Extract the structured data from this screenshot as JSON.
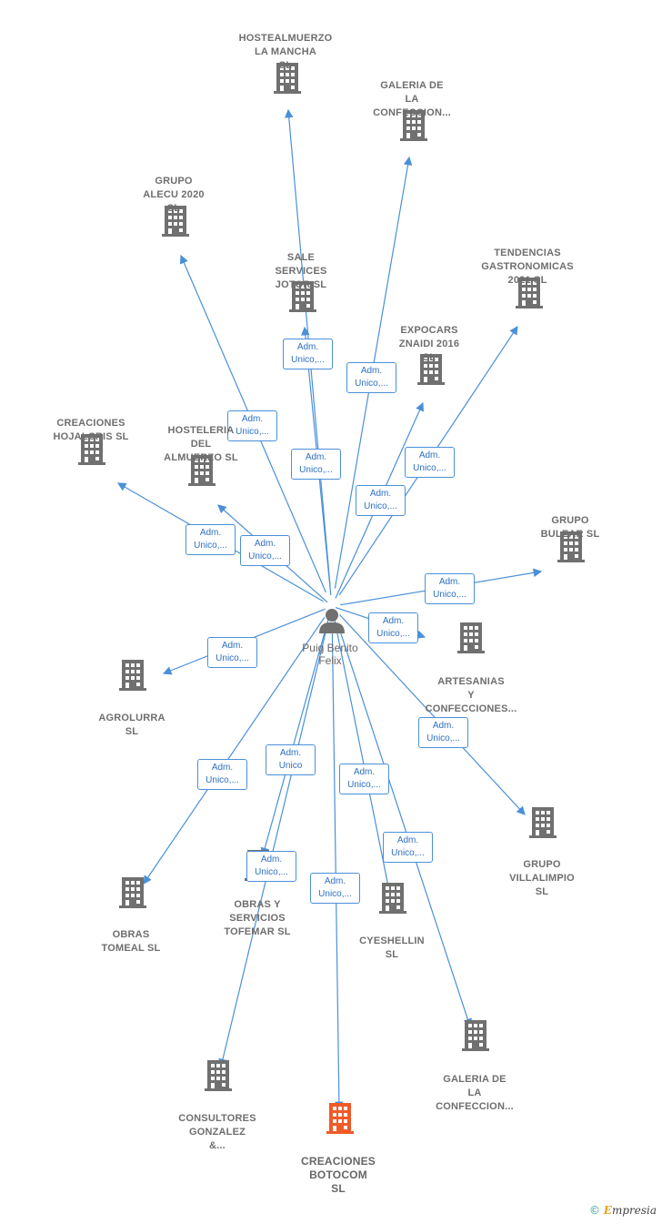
{
  "colors": {
    "edge": "#4a90d9",
    "company": "#707070",
    "highlight": "#f05a28",
    "person": "#707070"
  },
  "center": {
    "name": "Puig Benito\nFelix"
  },
  "companies": [
    {
      "id": "hostealmuerzo",
      "label": "HOSTEALMUERZO\nLA MANCHA\nSL",
      "edge": "Adm.\nUnico,..."
    },
    {
      "id": "galeria1",
      "label": "GALERIA DE\nLA\nCONFECCION...",
      "edge": "Adm.\nUnico,..."
    },
    {
      "id": "grupo-alecu",
      "label": "GRUPO\nALECU 2020\nSL",
      "edge": "Adm.\nUnico,..."
    },
    {
      "id": "sale-services",
      "label": "SALE\nSERVICES\nJOTOR  SL",
      "edge": "Adm.\nUnico,..."
    },
    {
      "id": "tendencias",
      "label": "TENDENCIAS\nGASTRONOMICAS\n2021  SL",
      "edge": "Adm.\nUnico,..."
    },
    {
      "id": "expocars",
      "label": "EXPOCARS\nZNAIDI 2016\nSL",
      "edge": "Adm.\nUnico,..."
    },
    {
      "id": "creaciones-hojalcris",
      "label": "CREACIONES\nHOJALCRIS  SL",
      "edge": "Adm.\nUnico,..."
    },
    {
      "id": "hosteleria",
      "label": "HOSTELERIA\nDEL\nALMUERZO  SL",
      "edge": "Adm.\nUnico,..."
    },
    {
      "id": "grupo-bulear",
      "label": "GRUPO\nBULEAR  SL",
      "edge": "Adm.\nUnico,..."
    },
    {
      "id": "artesanias",
      "label": "ARTESANIAS\nY\nCONFECCIONES...",
      "edge": "Adm.\nUnico,..."
    },
    {
      "id": "agrolurra",
      "label": "AGROLURRA\nSL",
      "edge": "Adm.\nUnico,..."
    },
    {
      "id": "grupo-villalimpio",
      "label": "GRUPO\nVILLALIMPIO\nSL",
      "edge": "Adm.\nUnico,..."
    },
    {
      "id": "obras-tomeal",
      "label": "OBRAS\nTOMEAL SL",
      "edge": "Adm.\nUnico,..."
    },
    {
      "id": "obras-servicios",
      "label": "OBRAS Y\nSERVICIOS\nTOFEMAR  SL",
      "edge": "Adm.\nUnico"
    },
    {
      "id": "cyeshellin",
      "label": "CYESHELLIN\nSL",
      "edge": "Adm.\nUnico,..."
    },
    {
      "id": "galeria2",
      "label": "GALERIA DE\nLA\nCONFECCION...",
      "edge": "Adm.\nUnico,..."
    },
    {
      "id": "consultores",
      "label": "CONSULTORES\nGONZALEZ\n&...",
      "edge": "Adm.\nUnico,..."
    },
    {
      "id": "botocom",
      "label": "CREACIONES\nBOTOCOM\nSL",
      "edge": "Adm.\nUnico,...",
      "highlight": true
    }
  ],
  "extra_edges": [
    {
      "id": "sale-services-2",
      "edge": "Adm.\nUnico,..."
    }
  ],
  "footer": {
    "copyright": "©",
    "brand_initial": "E",
    "brand_rest": "mpresia"
  }
}
